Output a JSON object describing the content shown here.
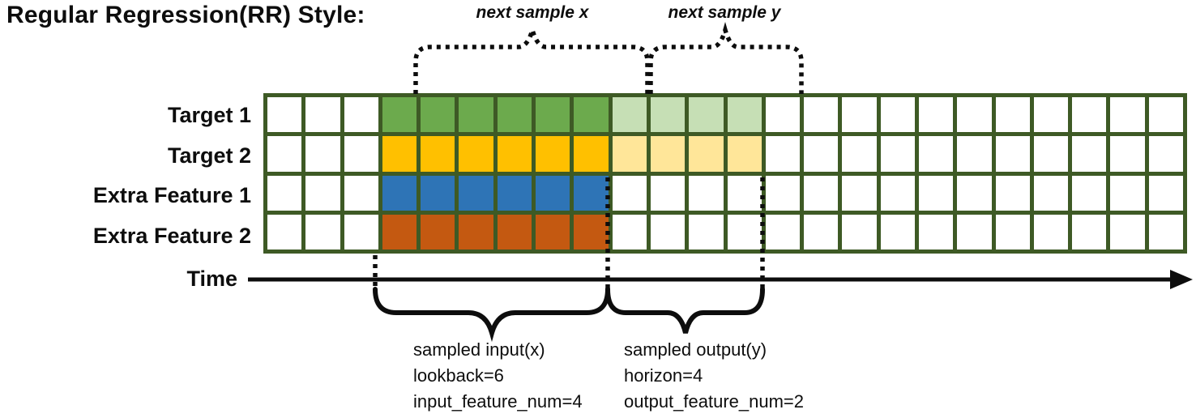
{
  "title": "Regular Regression(RR) Style:",
  "annotations": {
    "next_sample_x": "next sample x",
    "next_sample_y": "next sample y",
    "input_note": {
      "line1": "sampled input(x)",
      "line2": "lookback=6",
      "line3": "input_feature_num=4"
    },
    "output_note": {
      "line1": "sampled output(y)",
      "line2": "horizon=4",
      "line3": "output_feature_num=2"
    }
  },
  "time_axis": {
    "label": "Time"
  },
  "grid": {
    "columns": 24,
    "lead_empty_columns": 3,
    "lookback": 6,
    "horizon": 4,
    "border_color": "#3e5a25",
    "empty_color": "#ffffff",
    "rows": [
      {
        "label": "Target 1",
        "input_color": "#6caa4d",
        "output_color": "#c6dfb5"
      },
      {
        "label": "Target 2",
        "input_color": "#ffc000",
        "output_color": "#ffe699"
      },
      {
        "label": "Extra Feature 1",
        "input_color": "#2e74b6",
        "output_color": null
      },
      {
        "label": "Extra Feature 2",
        "input_color": "#c45911",
        "output_color": null
      }
    ]
  },
  "colors": {
    "ink": "#0d0d0d"
  }
}
